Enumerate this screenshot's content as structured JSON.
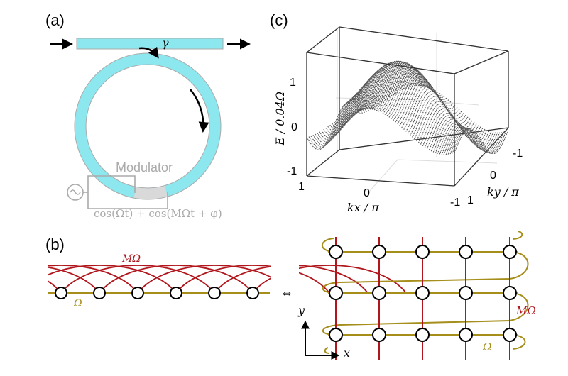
{
  "panel_labels": {
    "a": "(a)",
    "b": "(b)",
    "c": "(c)"
  },
  "panel_a": {
    "coupling_symbol": "γ",
    "modulator_label": "Modulator",
    "modulation_formula": "cos(Ωt) + cos(MΩt + φ)",
    "colors": {
      "ring": "#8ce8ee",
      "ring_edge": "#aaaaaa",
      "modulator": "#d9d9d9",
      "circuit": "#aaaaaa"
    }
  },
  "panel_b": {
    "long_coupling_label": "MΩ",
    "nn_coupling_label": "Ω",
    "equivalence_symbol": "⇔",
    "lattice_long_label": "MΩ",
    "lattice_nn_label": "Ω",
    "axis_y": "y",
    "axis_x": "x",
    "colors": {
      "long_range": "#b0161c",
      "nearest": "#a58e1a"
    }
  },
  "panel_c": {
    "z_label": "E / 0.04Ω",
    "x_label": "kx / π",
    "y_label": "ky / π",
    "z_ticks": [
      "1",
      "0",
      "-1"
    ],
    "x_ticks": [
      "1",
      "0",
      "-1"
    ],
    "y_ticks": [
      "-1",
      "0",
      "1"
    ],
    "surface_color": "#555555"
  }
}
